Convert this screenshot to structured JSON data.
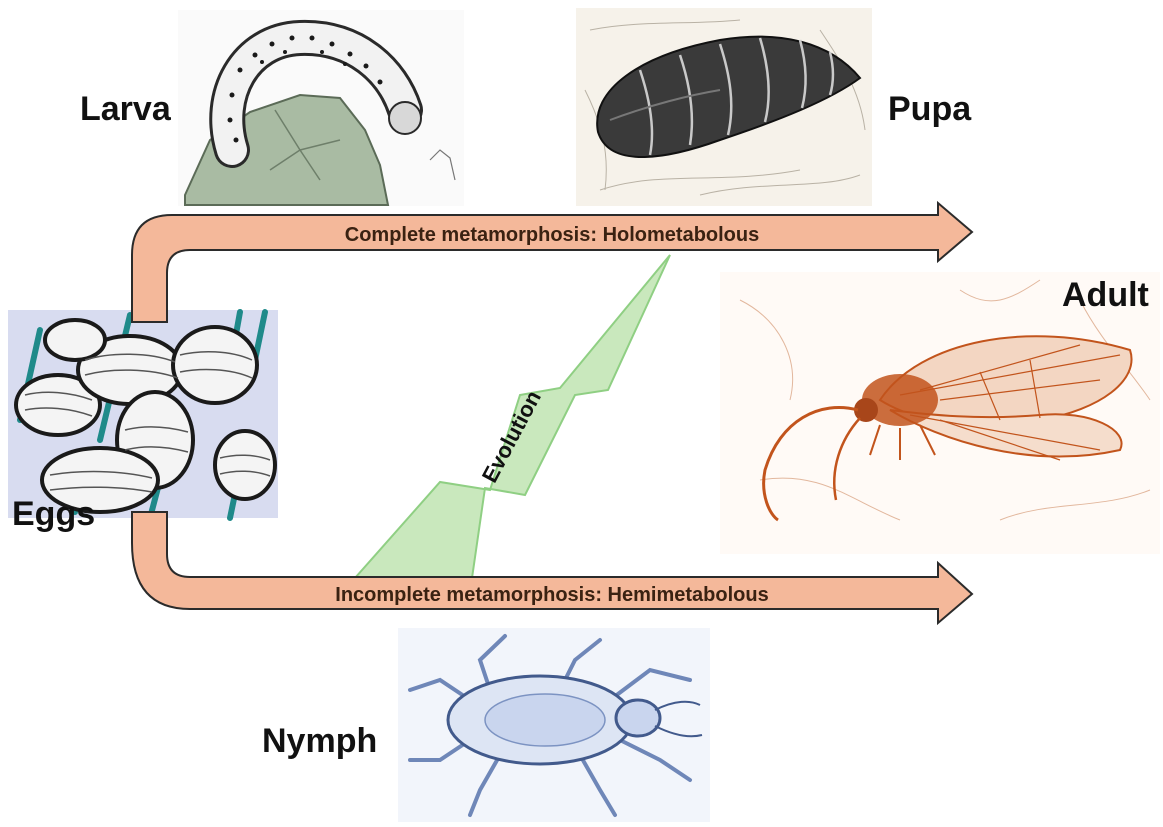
{
  "stages": {
    "larva": "Larva",
    "pupa": "Pupa",
    "adult": "Adult",
    "eggs": "Eggs",
    "nymph": "Nymph"
  },
  "arrows": {
    "complete": "Complete metamorphosis: Holometabolous",
    "incomplete": "Incomplete metamorphosis: Hemimetabolous"
  },
  "evolution_label": "Evolution",
  "colors": {
    "arrow_fill": "#f4b89a",
    "arrow_stroke": "#2b2b2b",
    "evolution_fill": "#c9e8bd",
    "evolution_stroke": "#8fcf83",
    "larva_leaf": "#a9bba3",
    "adult_ink": "#c2541c",
    "nymph_ink": "#6f87b8",
    "egg_fiber": "#1f8a8a"
  },
  "icons": {
    "larva": "larva-illustration",
    "pupa": "pupa-illustration",
    "adult": "adult-moth-illustration",
    "eggs": "eggs-illustration",
    "nymph": "nymph-aphid-illustration"
  }
}
